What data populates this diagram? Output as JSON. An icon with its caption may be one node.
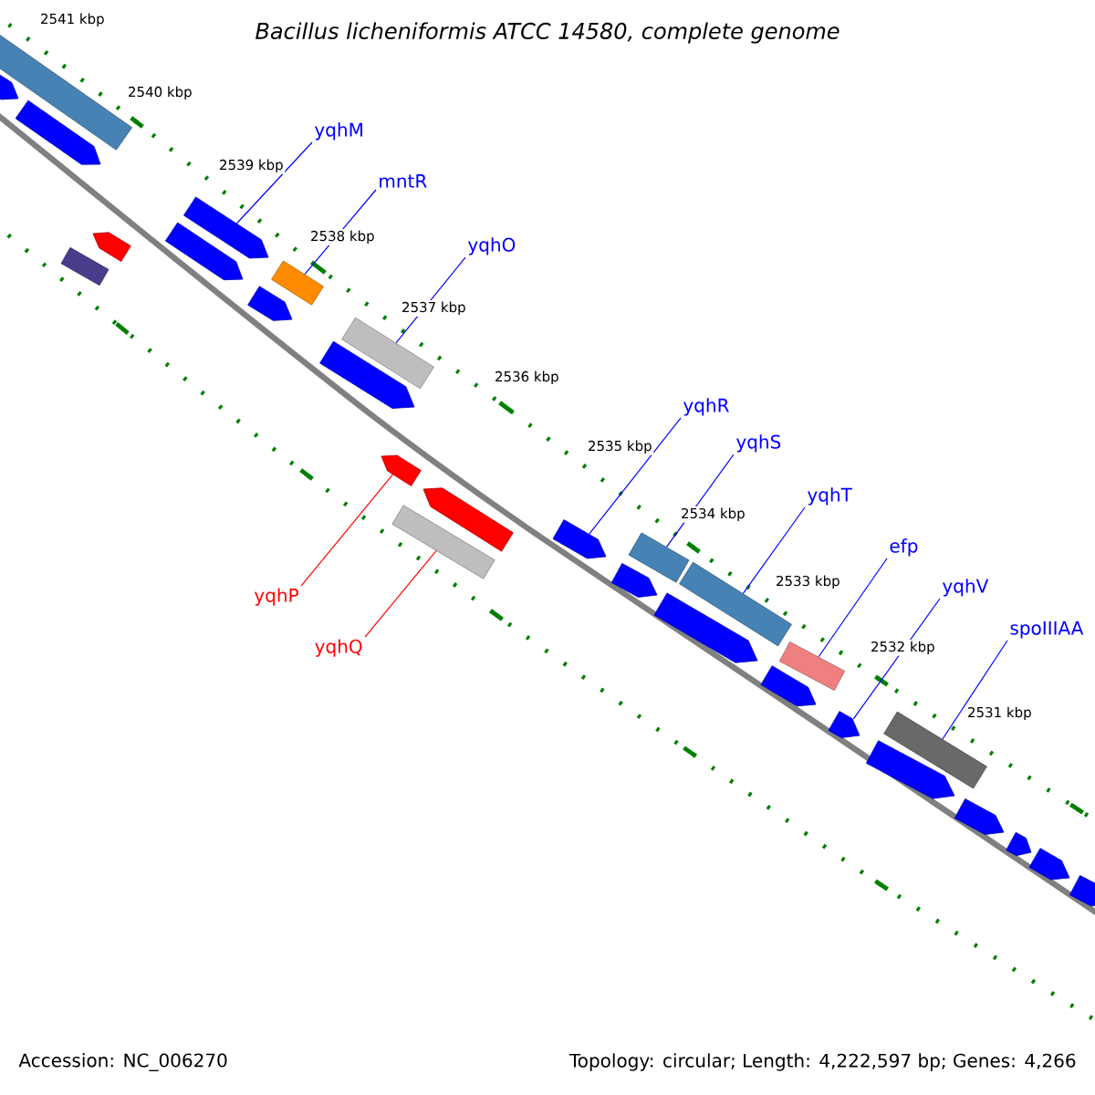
{
  "diagram": {
    "title": "Bacillus licheniformis ATCC 14580, complete genome",
    "nodes": [
      {
        "text": [
          "yqhM"
        ]
      },
      {
        "text": [
          "mntR"
        ]
      },
      {
        "text": [
          "yqhO"
        ]
      },
      {
        "text": [
          "yqhR"
        ]
      },
      {
        "text": [
          "yqhS"
        ]
      },
      {
        "text": [
          "yqhT"
        ]
      },
      {
        "text": [
          "efp"
        ]
      },
      {
        "text": [
          "yqhV"
        ]
      },
      {
        "text": [
          "spoIIIAA"
        ]
      },
      {
        "text": [
          "yqhP"
        ]
      },
      {
        "text": [
          "yqhQ"
        ]
      },
      {
        "text": [],
        "shape": "bar"
      },
      {
        "text": [],
        "shape": "arrow"
      },
      {
        "text": [],
        "shape": "arrow"
      },
      {
        "text": [],
        "shape": "arrow"
      },
      {
        "text": [],
        "shape": "arrow"
      },
      {
        "text": [],
        "shape": "bar"
      },
      {
        "text": [],
        "shape": "arrow"
      },
      {
        "text": [],
        "shape": "bar"
      },
      {
        "text": [],
        "shape": "arrow"
      },
      {
        "text": [],
        "shape": "arrow"
      },
      {
        "text": [],
        "shape": "bar"
      },
      {
        "text": [],
        "shape": "arrow"
      },
      {
        "text": [],
        "shape": "arrow"
      },
      {
        "text": [],
        "shape": "bar"
      },
      {
        "text": [],
        "shape": "arrow"
      },
      {
        "text": [],
        "shape": "bar"
      },
      {
        "text": [],
        "shape": "bar"
      },
      {
        "text": [],
        "shape": "arrow"
      },
      {
        "text": [],
        "shape": "arrow"
      },
      {
        "text": [],
        "shape": "bar"
      },
      {
        "text": [],
        "shape": "arrow"
      },
      {
        "text": [],
        "shape": "arrow"
      },
      {
        "text": [],
        "shape": "bar"
      },
      {
        "text": [],
        "shape": "arrow"
      },
      {
        "text": [],
        "shape": "arrow"
      },
      {
        "text": [],
        "shape": "arrow"
      },
      {
        "text": [],
        "shape": "arrow"
      },
      {
        "text": [],
        "shape": "arrow"
      }
    ],
    "edges": [
      {
        "from": 0,
        "to": 14,
        "arrow": "none"
      },
      {
        "from": 1,
        "to": 16,
        "arrow": "none"
      },
      {
        "from": 2,
        "to": 18,
        "arrow": "none"
      },
      {
        "from": 3,
        "to": 25,
        "arrow": "none"
      },
      {
        "from": 4,
        "to": 26,
        "arrow": "none"
      },
      {
        "from": 5,
        "to": 27,
        "arrow": "none"
      },
      {
        "from": 6,
        "to": 30,
        "arrow": "none"
      },
      {
        "from": 7,
        "to": 32,
        "arrow": "none"
      },
      {
        "from": 8,
        "to": 33,
        "arrow": "none"
      },
      {
        "from": 9,
        "to": 22,
        "arrow": "none",
        "color": "#ff0000"
      },
      {
        "from": 10,
        "to": 24,
        "arrow": "none",
        "color": "#ff0000"
      }
    ],
    "labels": [
      "2541 kbp",
      "2540 kbp",
      "2539 kbp",
      "2538 kbp",
      "2537 kbp",
      "2536 kbp",
      "2535 kbp",
      "2534 kbp",
      "2533 kbp",
      "2532 kbp",
      "2531 kbp",
      "Accession: NC_006270",
      "Topology: circular; Length: 4,222,597 bp; Genes: 4,266"
    ]
  }
}
